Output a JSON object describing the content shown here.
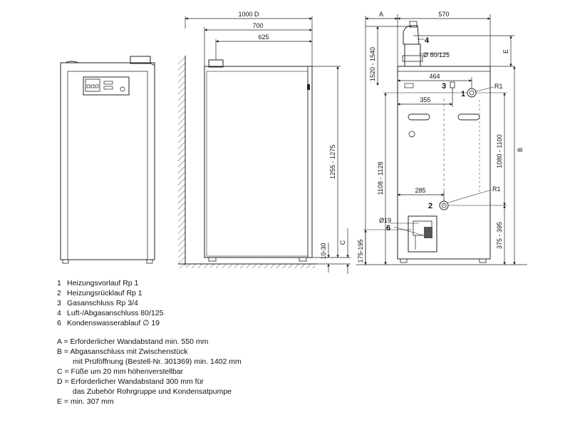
{
  "dimensions": {
    "width_1000d": "1000 D",
    "d700": "700",
    "d625": "625",
    "a": "A",
    "d570": "570",
    "e": "E",
    "d1520_1540": "1520 - 1540",
    "d464": "464",
    "d355": "355",
    "d1255_1275": "1255 - 1275",
    "d1108_1128": "1108 - 1128",
    "d1080_1100": "1080 - 1100",
    "b": "B",
    "d285": "285",
    "dia19": "Ø19",
    "dia80_125": "Ø 80/125",
    "d375_395": "375 - 395",
    "d175_195": "175-195",
    "d10_30": "10-30",
    "c": "C",
    "r1_top": "R1",
    "r1_bottom": "R1"
  },
  "callouts": {
    "c4": "4",
    "c3": "3",
    "c1": "1",
    "c2": "2",
    "c6": "6"
  },
  "legend": {
    "items": [
      {
        "num": "1",
        "text": "Heizungsvorlauf Rp 1"
      },
      {
        "num": "2",
        "text": "Heizungsrücklauf Rp 1"
      },
      {
        "num": "3",
        "text": "Gasanschluss Rp 3/4"
      },
      {
        "num": "4",
        "text": "Luft-/Abgasanschluss 80/125"
      },
      {
        "num": "6",
        "text": "Kondenswasserablauf ∅ 19"
      }
    ],
    "notes": [
      "A = Erforderlicher Wandabstand min. 550 mm",
      "B = Abgasanschluss mit Zwischenstück",
      "mit Prüföffnung (Bestell-Nr. 301369) min. 1402 mm",
      "C = Füße um 20 mm höhenverstellbar",
      "D = Erforderlicher Wandabstand 300 mm für",
      "das Zubehör Rohrgruppe und Kondensatpumpe",
      "E = min. 307 mm"
    ]
  }
}
